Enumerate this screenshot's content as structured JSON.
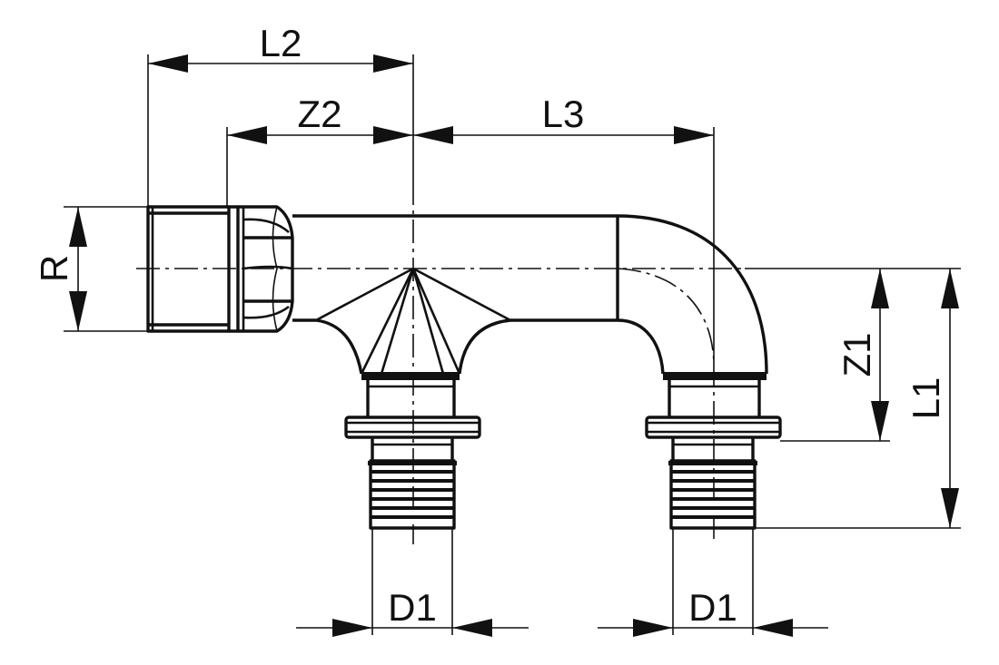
{
  "drawing": {
    "labels": {
      "l2": "L2",
      "z2": "Z2",
      "l3": "L3",
      "r": "R",
      "z1": "Z1",
      "l1": "L1",
      "d1_left": "D1",
      "d1_right": "D1"
    },
    "colors": {
      "ink": "#111111",
      "background": "#ffffff"
    }
  }
}
